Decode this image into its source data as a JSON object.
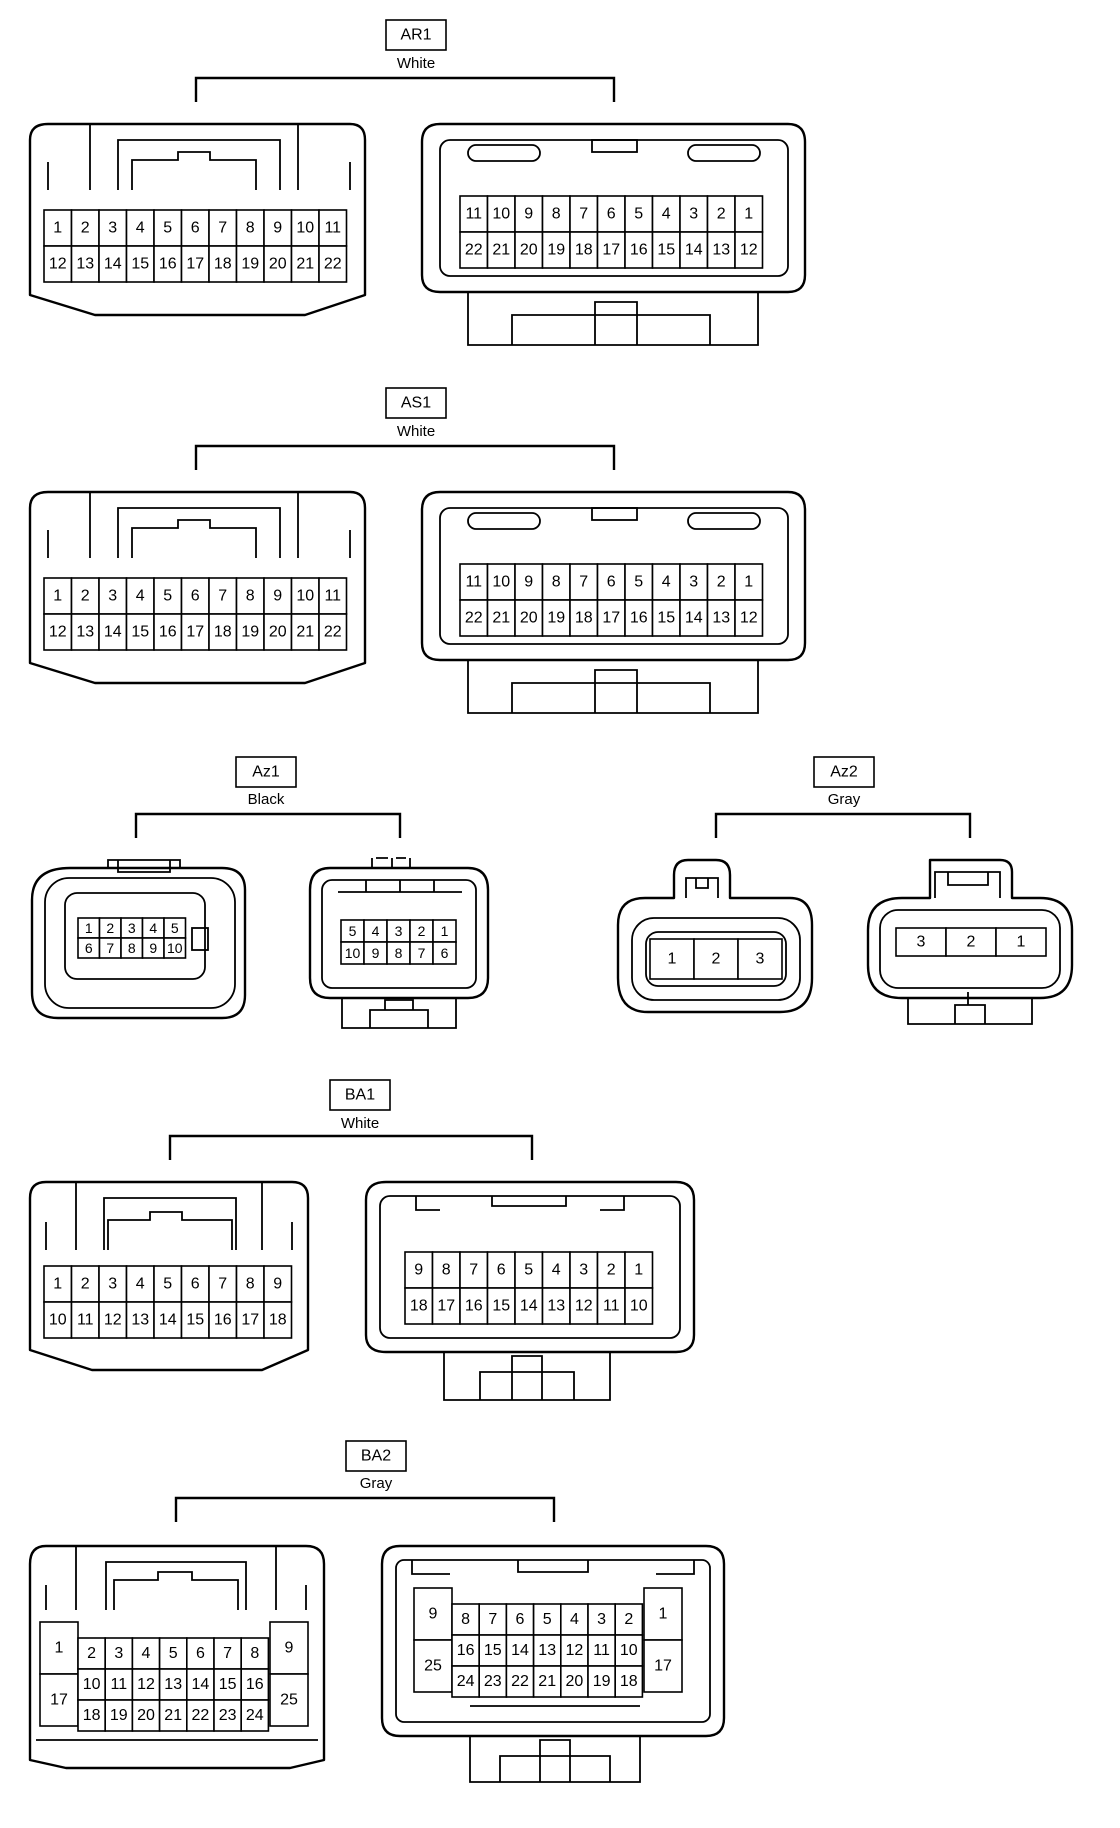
{
  "groups": [
    {
      "id": "AR1",
      "label": "AR1",
      "color": "White",
      "left_pins": [
        [
          "1",
          "2",
          "3",
          "4",
          "5",
          "6",
          "7",
          "8",
          "9",
          "10",
          "11"
        ],
        [
          "12",
          "13",
          "14",
          "15",
          "16",
          "17",
          "18",
          "19",
          "20",
          "21",
          "22"
        ]
      ],
      "right_pins": [
        [
          "11",
          "10",
          "9",
          "8",
          "7",
          "6",
          "5",
          "4",
          "3",
          "2",
          "1"
        ],
        [
          "22",
          "21",
          "20",
          "19",
          "18",
          "17",
          "16",
          "15",
          "14",
          "13",
          "12"
        ]
      ]
    },
    {
      "id": "AS1",
      "label": "AS1",
      "color": "White",
      "left_pins": [
        [
          "1",
          "2",
          "3",
          "4",
          "5",
          "6",
          "7",
          "8",
          "9",
          "10",
          "11"
        ],
        [
          "12",
          "13",
          "14",
          "15",
          "16",
          "17",
          "18",
          "19",
          "20",
          "21",
          "22"
        ]
      ],
      "right_pins": [
        [
          "11",
          "10",
          "9",
          "8",
          "7",
          "6",
          "5",
          "4",
          "3",
          "2",
          "1"
        ],
        [
          "22",
          "21",
          "20",
          "19",
          "18",
          "17",
          "16",
          "15",
          "14",
          "13",
          "12"
        ]
      ]
    },
    {
      "id": "Az1",
      "label": "Az1",
      "color": "Black",
      "left_pins": [
        [
          "1",
          "2",
          "3",
          "4",
          "5"
        ],
        [
          "6",
          "7",
          "8",
          "9",
          "10"
        ]
      ],
      "right_pins": [
        [
          "5",
          "4",
          "3",
          "2",
          "1"
        ],
        [
          "10",
          "9",
          "8",
          "7",
          "6"
        ]
      ]
    },
    {
      "id": "Az2",
      "label": "Az2",
      "color": "Gray",
      "left_pins": [
        [
          "1",
          "2",
          "3"
        ]
      ],
      "right_pins": [
        [
          "3",
          "2",
          "1"
        ]
      ]
    },
    {
      "id": "BA1",
      "label": "BA1",
      "color": "White",
      "left_pins": [
        [
          "1",
          "2",
          "3",
          "4",
          "5",
          "6",
          "7",
          "8",
          "9"
        ],
        [
          "10",
          "11",
          "12",
          "13",
          "14",
          "15",
          "16",
          "17",
          "18"
        ]
      ],
      "right_pins": [
        [
          "9",
          "8",
          "7",
          "6",
          "5",
          "4",
          "3",
          "2",
          "1"
        ],
        [
          "18",
          "17",
          "16",
          "15",
          "14",
          "13",
          "12",
          "11",
          "10"
        ]
      ]
    },
    {
      "id": "BA2",
      "label": "BA2",
      "color": "Gray",
      "left_side": {
        "top": "1",
        "bottom": "17"
      },
      "left_center": [
        [
          "2",
          "3",
          "4",
          "5",
          "6",
          "7",
          "8"
        ],
        [
          "10",
          "11",
          "12",
          "13",
          "14",
          "15",
          "16"
        ],
        [
          "18",
          "19",
          "20",
          "21",
          "22",
          "23",
          "24"
        ]
      ],
      "left_right": {
        "top": "9",
        "bottom": "25"
      },
      "right_side": {
        "top": "9",
        "bottom": "25"
      },
      "right_center": [
        [
          "8",
          "7",
          "6",
          "5",
          "4",
          "3",
          "2"
        ],
        [
          "16",
          "15",
          "14",
          "13",
          "12",
          "11",
          "10"
        ],
        [
          "24",
          "23",
          "22",
          "21",
          "20",
          "19",
          "18"
        ]
      ],
      "right_right": {
        "top": "1",
        "bottom": "17"
      }
    }
  ]
}
